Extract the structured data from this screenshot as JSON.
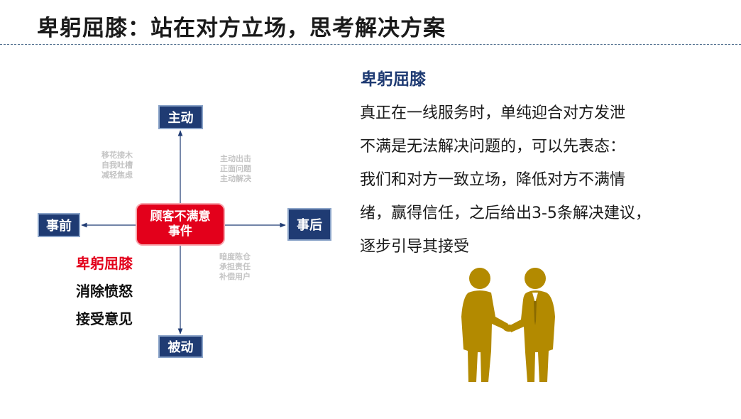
{
  "slide": {
    "title": "卑躬屈膝：站在对方立场，思考解决方案"
  },
  "diagram": {
    "axes": {
      "top": "主动",
      "bottom": "被动",
      "left": "事前",
      "right": "事后"
    },
    "center": [
      "顾客不满意",
      "事件"
    ],
    "quadrants": {
      "top_left": [
        "移花接木",
        "自我吐槽",
        "减轻焦虑"
      ],
      "top_right": [
        "主动出击",
        "正面问题",
        "主动解决"
      ],
      "bottom_right": [
        "暗度陈仓",
        "承担责任",
        "补偿用户"
      ]
    },
    "left_list": [
      "卑躬屈膝",
      "消除愤怒",
      "接受意见"
    ]
  },
  "side": {
    "heading": "卑躬屈膝",
    "lines": [
      "真正在一线服务时，单纯迎合对方发泄",
      "不满是无法解决问题的，可以先表态：",
      "我们和对方一致立场，降低对方不满情",
      "绪，赢得信任，之后给出3-5条解决建议，",
      "逐步引导其接受"
    ]
  },
  "illustration": {
    "icon": "handshake-icon",
    "color": "#b38a00"
  },
  "colors": {
    "navy": "#1f3b73",
    "red": "#e3001b",
    "faint_text": "#c4c4c4"
  }
}
